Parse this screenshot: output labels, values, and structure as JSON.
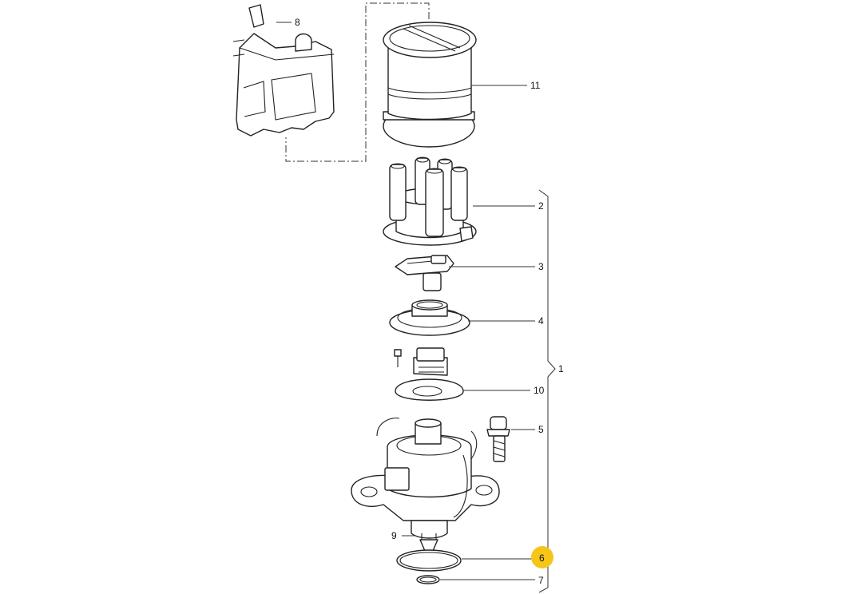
{
  "callouts": {
    "c1": "1",
    "c2": "2",
    "c3": "3",
    "c4": "4",
    "c5": "5",
    "c6": "6",
    "c7": "7",
    "c8": "8",
    "c9": "9",
    "c10": "10",
    "c11": "11"
  },
  "highlight": {
    "callout": "6",
    "color": "#f5c518"
  }
}
